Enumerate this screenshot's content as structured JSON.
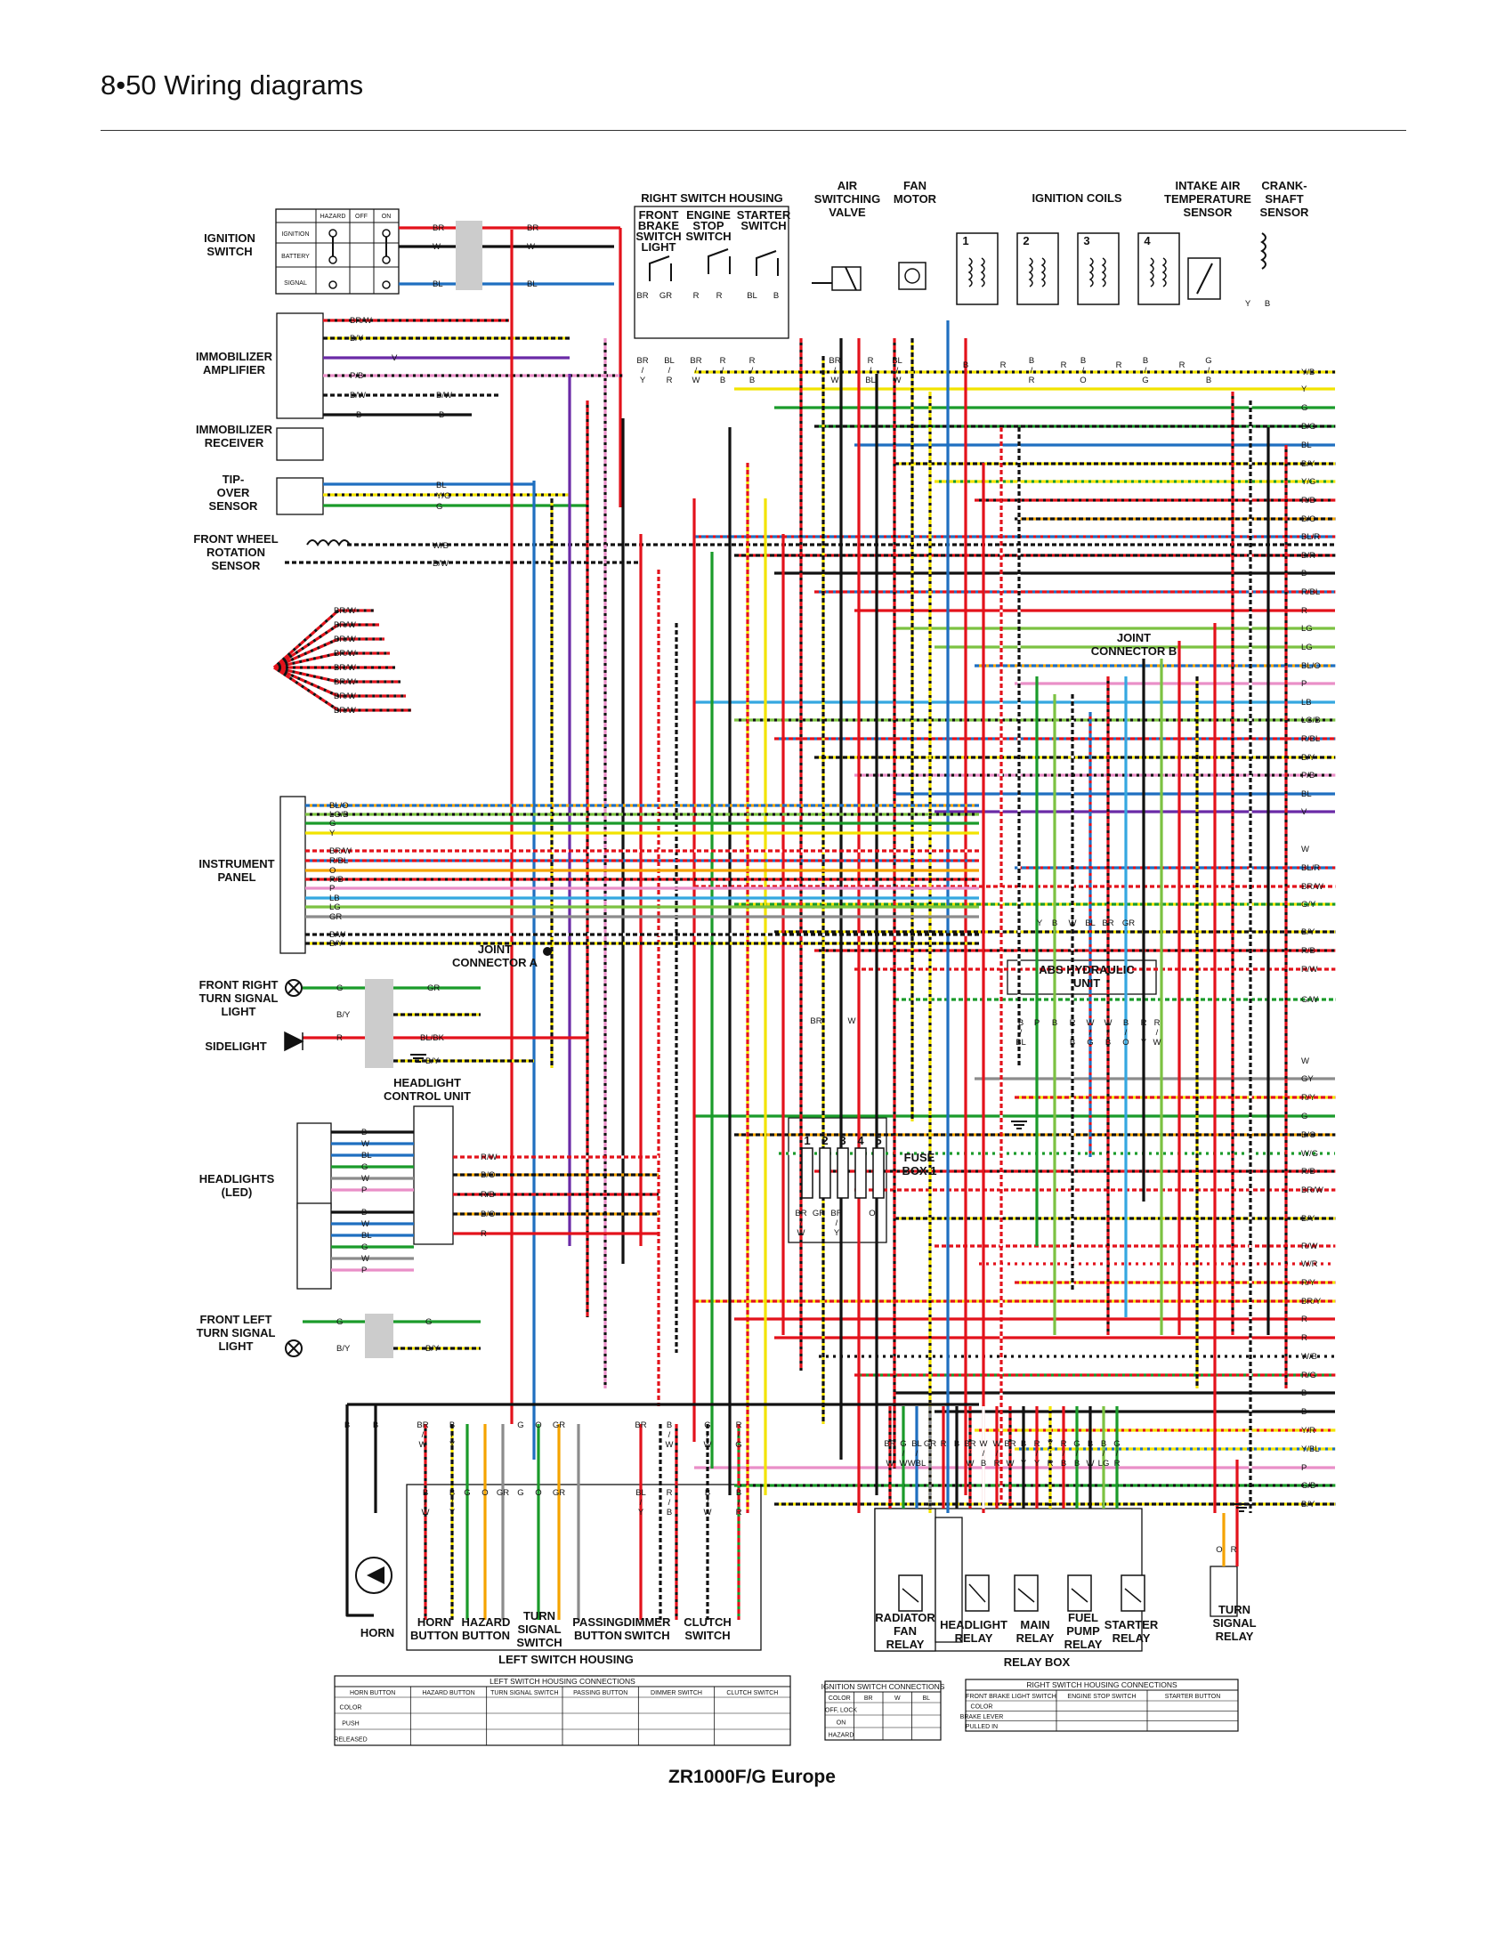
{
  "header": {
    "page_title": "8•50 Wiring diagrams"
  },
  "caption": "ZR1000F/G Europe",
  "components": {
    "ignition_switch": [
      "IGNITION",
      "SWITCH"
    ],
    "right_switch_housing": [
      "RIGHT SWITCH HOUSING"
    ],
    "front_brake_light_switch": [
      "FRONT",
      "BRAKE",
      "SWITCH",
      "LIGHT"
    ],
    "engine_stop_switch": [
      "ENGINE",
      "STOP",
      "SWITCH"
    ],
    "starter_switch": [
      "STARTER",
      "SWITCH"
    ],
    "air_switching_valve": [
      "AIR",
      "SWITCHING",
      "VALVE"
    ],
    "fan_motor": [
      "FAN",
      "MOTOR"
    ],
    "ignition_coils": [
      "IGNITION COILS"
    ],
    "intake_air_temp_sensor": [
      "INTAKE AIR",
      "TEMPERATURE",
      "SENSOR"
    ],
    "crankshaft_sensor": [
      "CRANK-",
      "SHAFT",
      "SENSOR"
    ],
    "immobilizer_amplifier": [
      "IMMOBILIZER",
      "AMPLIFIER"
    ],
    "immobilizer_receiver": [
      "IMMOBILIZER",
      "RECEIVER"
    ],
    "tip_over_sensor": [
      "TIP-",
      "OVER",
      "SENSOR"
    ],
    "front_wheel_rotation_sensor": [
      "FRONT WHEEL",
      "ROTATION",
      "SENSOR"
    ],
    "joint_connector_b": [
      "JOINT",
      "CONNECTOR  B"
    ],
    "instrument_panel": [
      "INSTRUMENT",
      "PANEL"
    ],
    "joint_connector_a": [
      "JOINT",
      "CONNECTOR A"
    ],
    "front_right_turn": [
      "FRONT RIGHT",
      "TURN SIGNAL",
      "LIGHT"
    ],
    "sidelight": [
      "SIDELIGHT"
    ],
    "headlight_control_unit": [
      "HEADLIGHT",
      "CONTROL UNIT"
    ],
    "headlights": [
      "HEADLIGHTS",
      "(LED)"
    ],
    "abs_hydraulic_unit": [
      "ABS HYDRAULIC",
      "UNIT"
    ],
    "fuse_box": [
      "FUSE",
      "BOX 1"
    ],
    "front_left_turn": [
      "FRONT LEFT",
      "TURN SIGNAL",
      "LIGHT"
    ],
    "horn": [
      "HORN"
    ],
    "horn_button": [
      "HORN",
      "BUTTON"
    ],
    "hazard_button": [
      "HAZARD",
      "BUTTON"
    ],
    "turn_signal_switch": [
      "TURN",
      "SIGNAL",
      "SWITCH"
    ],
    "passing_button": [
      "PASSING",
      "BUTTON"
    ],
    "dimmer_switch": [
      "DIMMER",
      "SWITCH"
    ],
    "clutch_switch": [
      "CLUTCH",
      "SWITCH"
    ],
    "left_switch_housing": [
      "LEFT SWITCH HOUSING"
    ],
    "radiator_fan_relay": [
      "RADIATOR",
      "FAN",
      "RELAY"
    ],
    "headlight_relay": [
      "HEADLIGHT",
      "RELAY"
    ],
    "main_relay": [
      "MAIN",
      "RELAY"
    ],
    "fuel_pump_relay": [
      "FUEL",
      "PUMP",
      "RELAY"
    ],
    "starter_relay": [
      "STARTER",
      "RELAY"
    ],
    "relay_box": [
      "RELAY BOX"
    ],
    "turn_signal_relay": [
      "TURN",
      "SIGNAL",
      "RELAY"
    ]
  },
  "ignition_table": {
    "cols": [
      "HAZARD",
      "OFF",
      "ON"
    ],
    "rows": [
      "IGNITION",
      "BATTERY",
      "SIGNAL"
    ]
  },
  "wire_labels": {
    "ignition": [
      "BR",
      "W",
      "BL",
      "BR",
      "W",
      "BL"
    ],
    "immobilizer": [
      "BR/W",
      "B/Y",
      "V",
      "P/B",
      "B/W",
      "B/W",
      "B",
      "B"
    ],
    "tipover": [
      "BL",
      "Y/G",
      "G"
    ],
    "rotation": [
      "W/B",
      "B/W"
    ],
    "ground_fan": [
      "BR/W",
      "BR/W",
      "BR/W",
      "BR/W",
      "BR/W",
      "BR/W",
      "BR/W",
      "BR/W"
    ],
    "instrument": [
      "BL/O",
      "LG/B",
      "G",
      "Y",
      "BR/W",
      "R/BL",
      "O",
      "R/B",
      "P",
      "LB",
      "LG",
      "GR",
      "B/W",
      "B/Y"
    ],
    "front_right": [
      "G",
      "GR",
      "B/Y",
      "R",
      "BL/BK",
      "B/Y"
    ],
    "headlight": [
      "R/W",
      "B/O",
      "R/B",
      "B/O",
      "R"
    ],
    "headlight_pins": [
      "B",
      "W",
      "BL",
      "G",
      "W",
      "P",
      "B",
      "W",
      "BL",
      "G",
      "W",
      "P"
    ],
    "front_left": [
      "G",
      "G",
      "B/Y",
      "B/Y"
    ],
    "right_edge": [
      "Y/B",
      "Y",
      "G",
      "B/G",
      "BL",
      "B/Y",
      "Y/G",
      "R/B",
      "B/O",
      "BL/R",
      "B/R",
      "B",
      "R/BL",
      "R",
      "LG",
      "LG",
      "BL/O",
      "P",
      "LB",
      "LG/B",
      "R/BL",
      "B/Y",
      "P/B",
      "BL",
      "V",
      "W",
      "BL/R",
      "BR/W",
      "G/Y",
      "B/Y",
      "R/B",
      "R/W",
      "G/W",
      "W",
      "GY",
      "R/Y",
      "G",
      "B/O",
      "W/G",
      "R/B",
      "BR/W",
      "B/Y",
      "R/W",
      "W/R",
      "R/Y",
      "BR/Y",
      "R",
      "R",
      "W/B",
      "R/G",
      "B",
      "B",
      "Y/R",
      "Y/BL",
      "P",
      "G/B",
      "B/Y"
    ],
    "right_switch": [
      "BR",
      "GR",
      "R",
      "R",
      "BL",
      "B",
      "BR/Y",
      "BL/R",
      "BR/W",
      "R/B",
      "R/B"
    ],
    "top_devices": [
      "BR/W",
      "R/BL",
      "BL/W",
      "B",
      "R",
      "B/R",
      "R",
      "B/O",
      "R",
      "B/G",
      "R",
      "G/B",
      "Y",
      "B"
    ],
    "abs_in": [
      "Y",
      "B",
      "W",
      "BL",
      "BR",
      "GR"
    ],
    "abs_out": [
      "B/BL",
      "P",
      "B",
      "R/B",
      "W/G",
      "W/B",
      "B/O",
      "R/Y",
      "R/W"
    ],
    "fuse": [
      "BR",
      "W",
      "BR/W",
      "GR",
      "BR/Y",
      "O"
    ],
    "left_switch_top": [
      "B",
      "B",
      "BR/W",
      "B/Y",
      "G",
      "O",
      "GR",
      "BR",
      "B/W",
      "G/W",
      "R/G"
    ],
    "left_switch_inner": [
      "B/W",
      "B/Y",
      "G",
      "O",
      "GR",
      "G",
      "O",
      "GR",
      "BL/Y",
      "R/B",
      "B/W",
      "B/R"
    ],
    "relay_box_top": [
      "BR/W",
      "G/W",
      "BL/WBL",
      "GR",
      "R",
      "B",
      "BR/W",
      "W/B",
      "W/R",
      "BR/W",
      "B/Y",
      "R/Y",
      "Y/R",
      "R/B",
      "G/B",
      "B/W",
      "B/LG",
      "G/R"
    ],
    "turn_relay": [
      "O",
      "R"
    ]
  },
  "fuse_numbers": [
    "1",
    "2",
    "3",
    "4",
    "5"
  ],
  "coil_numbers": [
    "1",
    "2",
    "3",
    "4"
  ],
  "tables": {
    "left_switch_title": "LEFT SWITCH HOUSING CONNECTIONS",
    "left_switch_groups": [
      "HORN BUTTON",
      "HAZARD BUTTON",
      "TURN SIGNAL SWITCH",
      "PASSING BUTTON",
      "DIMMER SWITCH",
      "CLUTCH SWITCH"
    ],
    "left_switch_rows": [
      "COLOR",
      "PUSH",
      "RELEASED"
    ],
    "ignition_conn_title": "IGNITION SWITCH CONNECTIONS",
    "ignition_conn_cols": [
      "COLOR",
      "BR",
      "W",
      "BL"
    ],
    "ignition_conn_rows": [
      "OFF, LOCK",
      "ON",
      "HAZARD"
    ],
    "right_conn_title": "RIGHT SWITCH HOUSING CONNECTIONS",
    "right_conn_groups": [
      "FRONT BRAKE LIGHT SWITCH",
      "ENGINE STOP SWITCH",
      "STARTER BUTTON"
    ],
    "right_conn_rows": [
      "COLOR",
      "BRAKE LEVER",
      "PULLED IN"
    ]
  },
  "colors": {
    "red": "#e3121b",
    "black": "#111111",
    "yellow": "#f2e300",
    "green": "#1a9b2a",
    "blue": "#1f6fc0",
    "brown": "#8a4c1f",
    "violet": "#6a2aa6",
    "pink": "#e98fc8",
    "orange": "#f5a300",
    "lightblue": "#35a7e0",
    "lightgreen": "#7cc242",
    "grey": "#8c8c8c",
    "white": "#ffffff"
  }
}
